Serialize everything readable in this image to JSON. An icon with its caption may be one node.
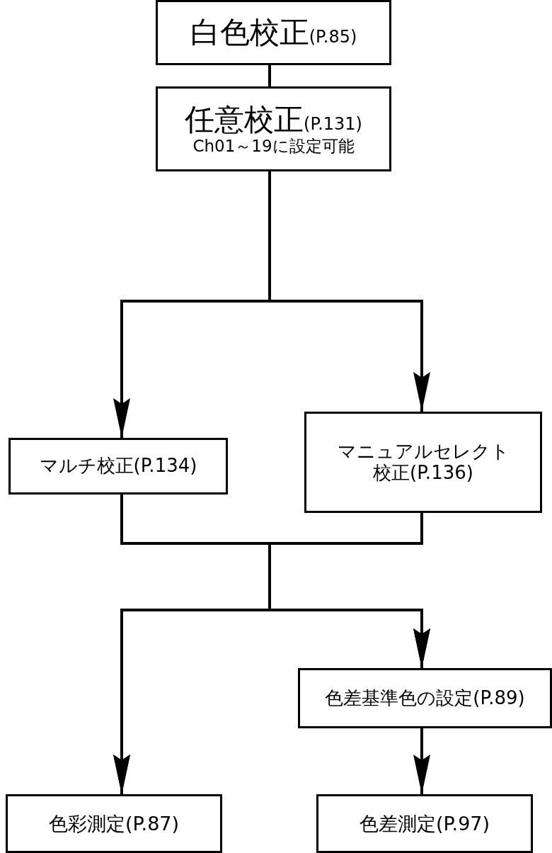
{
  "diagram": {
    "nodes": [
      {
        "text": [
          "白色校正",
          "(P.85)"
        ]
      },
      {
        "text": [
          "任意校正",
          "(P.131)",
          "Ch01～19に設定可能"
        ]
      },
      {
        "text": [
          "マルチ校正(P.134)"
        ]
      },
      {
        "text": [
          "マニュアルセレクト校正(P.136)"
        ]
      },
      {
        "text": [
          "色差基準色の設定(P.89)"
        ]
      },
      {
        "text": [
          "色彩測定(P.87)"
        ]
      },
      {
        "text": [
          "色差測定(P.97)"
        ]
      }
    ],
    "edges": [
      {
        "from": 0,
        "to": 1,
        "arrow": "none"
      },
      {
        "from": 1,
        "to": 2,
        "arrow": "to"
      },
      {
        "from": 1,
        "to": 3,
        "arrow": "to"
      },
      {
        "from": 2,
        "to": 5,
        "arrow": "to"
      },
      {
        "from": 2,
        "to": 4,
        "arrow": "to"
      },
      {
        "from": 3,
        "to": 5,
        "arrow": "to"
      },
      {
        "from": 3,
        "to": 4,
        "arrow": "to"
      },
      {
        "from": 4,
        "to": 6,
        "arrow": "to"
      }
    ]
  }
}
